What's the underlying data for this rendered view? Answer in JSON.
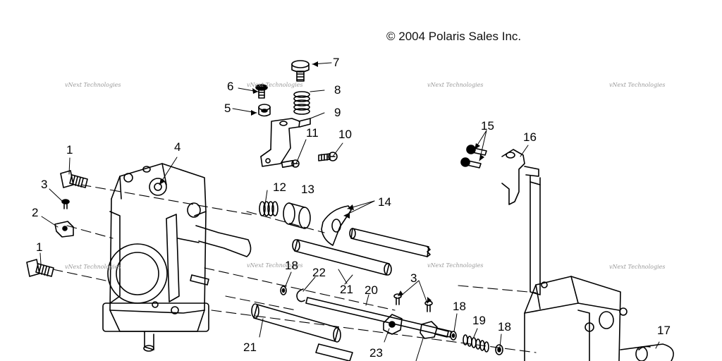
{
  "copyright": "© 2004 Polaris Sales Inc.",
  "watermark": "vNext Technologies",
  "callouts": [
    "1",
    "1",
    "2",
    "3",
    "3",
    "4",
    "5",
    "6",
    "7",
    "8",
    "9",
    "10",
    "11",
    "12",
    "13",
    "14",
    "15",
    "16",
    "17",
    "18",
    "18",
    "18",
    "19",
    "20",
    "21",
    "21",
    "22",
    "23"
  ]
}
